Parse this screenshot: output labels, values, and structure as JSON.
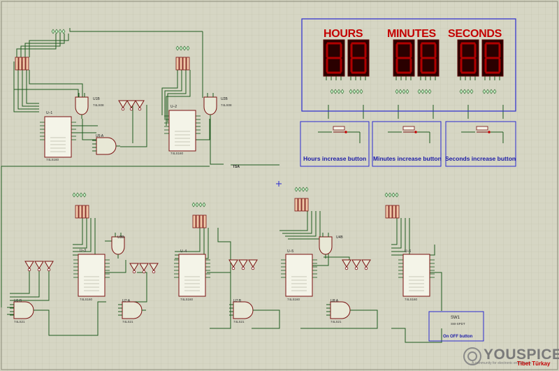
{
  "display": {
    "hours": "HOURS",
    "minutes": "MINUTES",
    "seconds": "SECONDS"
  },
  "buttons": {
    "hours": "Hours increase button",
    "minutes": "Minutes increase button",
    "seconds": "Seconds increase button",
    "onoff": "On OFF button",
    "tsa": "TSA",
    "sw1": "SW1",
    "sw1_type": "SW-SPDT"
  },
  "counters": {
    "u1": "U–1",
    "u2": "U–2",
    "u3": "U–3",
    "u4": "U–4",
    "u5": "U–5",
    "u6": "U–6",
    "part": "74LS160"
  },
  "gates": {
    "u1b": "U1B",
    "u2b": "U2B",
    "u3b": "U3B",
    "u4b": "U4B",
    "u5a": "U5:A",
    "u6b": "U6:B",
    "u7a": "U7:A",
    "u7b": "U7:B",
    "u8a": "U8:A",
    "part_and": "74LS08",
    "part_nand": "74LS21"
  },
  "brand": {
    "name": "YOUSPICE",
    "tagline": "A community for electronic enthusiasts",
    "author": "Tibet Türkay"
  }
}
